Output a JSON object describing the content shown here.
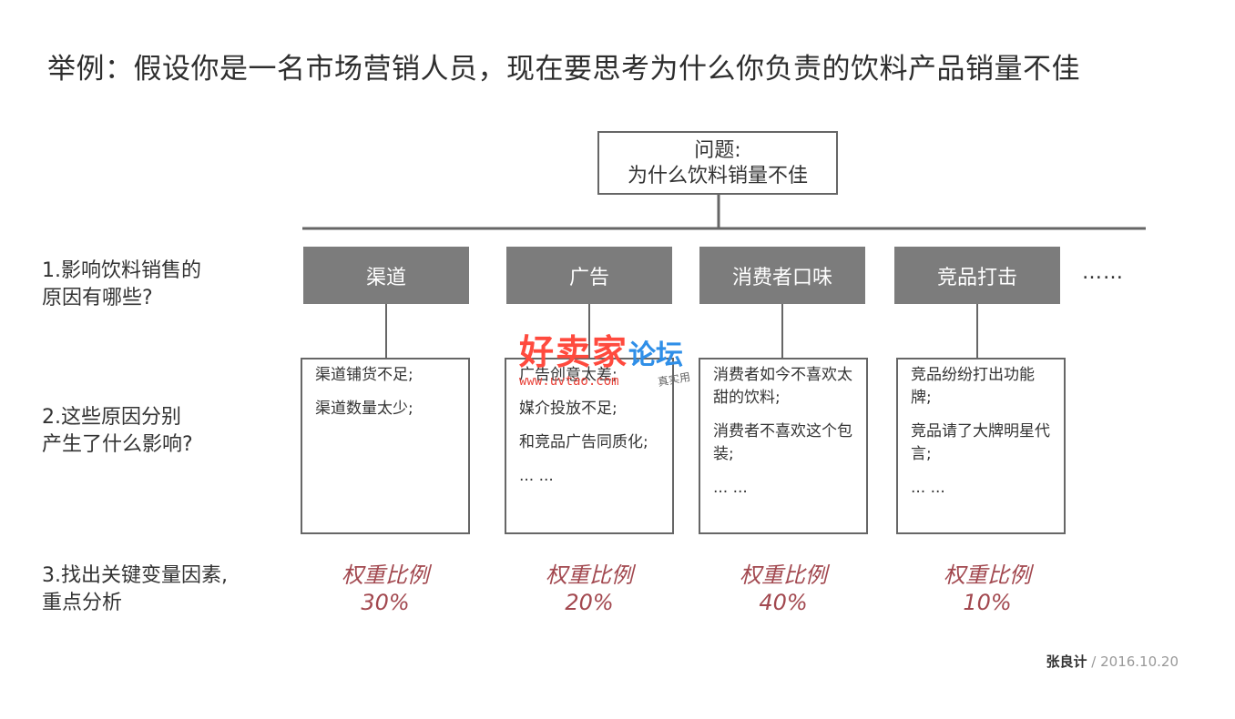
{
  "title": "举例：假设你是一名市场营销人员，现在要思考为什么你负责的饮料产品销量不佳",
  "problem": {
    "label": "问题:",
    "text": "为什么饮料销量不佳"
  },
  "rows": {
    "row1": [
      "1.影响饮料销售的",
      "原因有哪些?"
    ],
    "row2": [
      "2.这些原因分别",
      "产生了什么影响?"
    ],
    "row3": [
      "3.找出关键变量因素,",
      "重点分析"
    ]
  },
  "categories": [
    {
      "name": "渠道",
      "effects": [
        "渠道铺货不足;",
        "渠道数量太少;"
      ],
      "weight_label": "权重比例",
      "weight": "30%"
    },
    {
      "name": "广告",
      "effects": [
        "广告创意太差;",
        "媒介投放不足;",
        "和竞品广告同质化;",
        "... ..."
      ],
      "weight_label": "权重比例",
      "weight": "20%"
    },
    {
      "name": "消费者口味",
      "effects": [
        "消费者如今不喜欢太甜的饮料;",
        "消费者不喜欢这个包装;",
        "... ..."
      ],
      "weight_label": "权重比例",
      "weight": "40%"
    },
    {
      "name": "竞品打击",
      "effects": [
        "竞品纷纷打出功能牌;",
        "竞品请了大牌明星代言;",
        "... ..."
      ],
      "weight_label": "权重比例",
      "weight": "10%"
    }
  ],
  "more": "……",
  "watermark": {
    "main": "好卖家",
    "sub": "论坛",
    "url": "www.uvtao.com",
    "tag": "真实用"
  },
  "signature": {
    "name": "张良计",
    "date": " / 2016.10.20"
  },
  "colors": {
    "box_fill": "#7c7c7c",
    "weight_text": "#a2484f",
    "line": "#666666"
  }
}
